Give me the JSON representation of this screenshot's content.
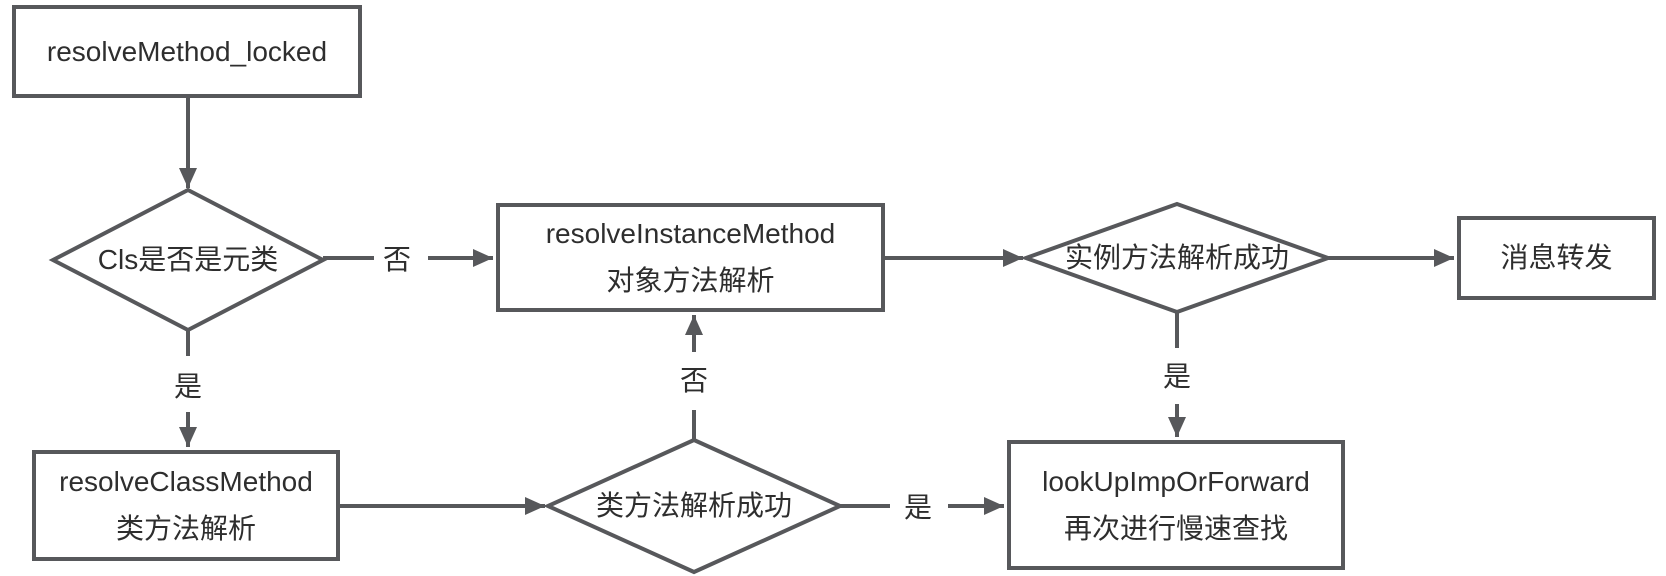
{
  "nodes": {
    "resolveMethodLocked": {
      "label": "resolveMethod_locked"
    },
    "clsIsMetaclass": {
      "label": "Cls是否是元类"
    },
    "resolveInstanceMethod": {
      "title": "resolveInstanceMethod",
      "subtitle": "对象方法解析"
    },
    "instanceResolveSuccess": {
      "label": "实例方法解析成功"
    },
    "messageForward": {
      "label": "消息转发"
    },
    "resolveClassMethod": {
      "title": "resolveClassMethod",
      "subtitle": "类方法解析"
    },
    "classResolveSuccess": {
      "label": "类方法解析成功"
    },
    "lookUpImpOrForward": {
      "title": "lookUpImpOrForward",
      "subtitle": "再次进行慢速查找"
    }
  },
  "edgeLabels": {
    "clsNo": "否",
    "clsYes": "是",
    "classNo": "否",
    "classYes": "是",
    "instanceYes": "是"
  },
  "colors": {
    "stroke": "#57585b",
    "text": "#2e2e2e",
    "background": "#ffffff"
  }
}
